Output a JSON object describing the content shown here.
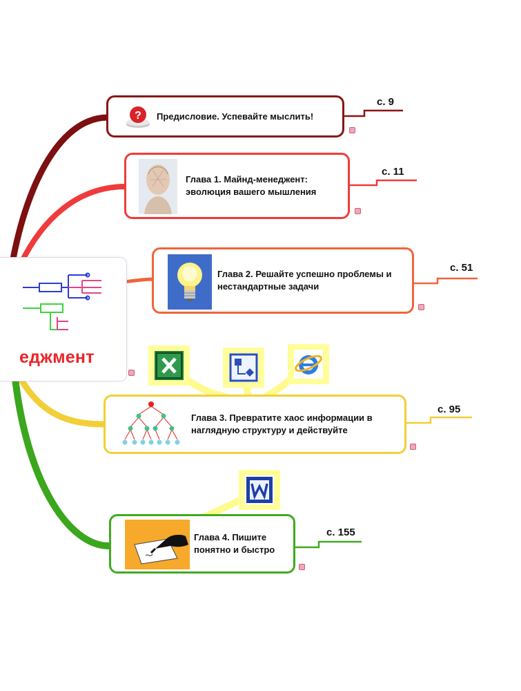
{
  "central": {
    "title": "еджмент"
  },
  "nodes": [
    {
      "text": "Предисловие. Успевайте мыслить!",
      "page": "с. 9",
      "color": "#8b1414",
      "icon": "question-icon"
    },
    {
      "text": "Глава 1. Майнд-менеджент: эволюция вашего мышления",
      "page": "с. 11",
      "color": "#ef3b3b",
      "icon": "head-bust-icon"
    },
    {
      "text": "Глава 2. Решайте успешно проблемы и нестандартные задачи",
      "page": "с. 51",
      "color": "#f0643a",
      "icon": "light-bulb-icon"
    },
    {
      "text": "Глава 3. Превратите хаос информации в наглядную структуру и действуйте",
      "page": "с. 95",
      "color": "#f2cf38",
      "icon": "org-chart-icon",
      "apps": [
        "excel-icon",
        "visio-icon",
        "internet-explorer-icon"
      ]
    },
    {
      "text": "Глава 4. Пишите понятно и быстро",
      "page": "с. 155",
      "color": "#3fab1f",
      "icon": "writing-hand-icon",
      "apps": [
        "word-icon"
      ]
    }
  ]
}
